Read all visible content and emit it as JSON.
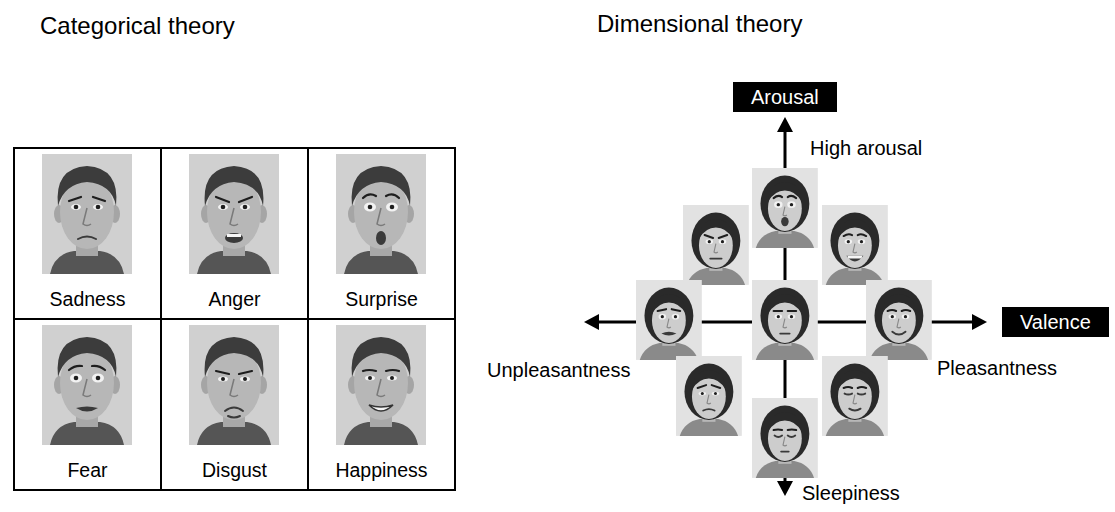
{
  "diagram": {
    "nodes": [
      {
        "text": [
          "Sadness"
        ]
      },
      {
        "text": [
          "Anger"
        ]
      },
      {
        "text": [
          "Surprise"
        ]
      },
      {
        "text": [
          "Fear"
        ]
      },
      {
        "text": [
          "Disgust"
        ]
      },
      {
        "text": [
          "Happiness"
        ]
      },
      {
        "text": [
          "Arousal"
        ]
      },
      {
        "text": [
          "Valence"
        ]
      }
    ],
    "labels": [
      "Categorical theory",
      "Dimensional theory",
      "High arousal",
      "Unpleasantness",
      "Pleasantness",
      "Sleepiness"
    ]
  }
}
